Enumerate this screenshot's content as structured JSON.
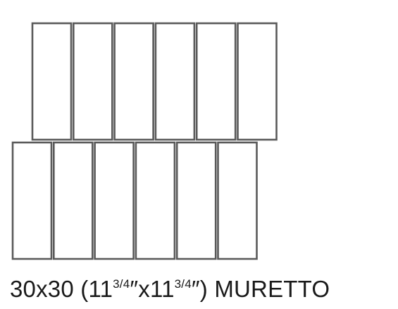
{
  "figure": {
    "rows": [
      {
        "name": "top-row",
        "tile_count": 6
      },
      {
        "name": "bottom-row",
        "tile_count": 6
      }
    ],
    "tile_stroke_color": "#5a5a5a",
    "tile_fill_color": "#ffffff"
  },
  "caption": {
    "size": "30x30",
    "open": "(11",
    "fraction_1": "3/4",
    "middle": "″x11",
    "fraction_2": "3/4",
    "close": "″)",
    "name": "MURETTO"
  }
}
